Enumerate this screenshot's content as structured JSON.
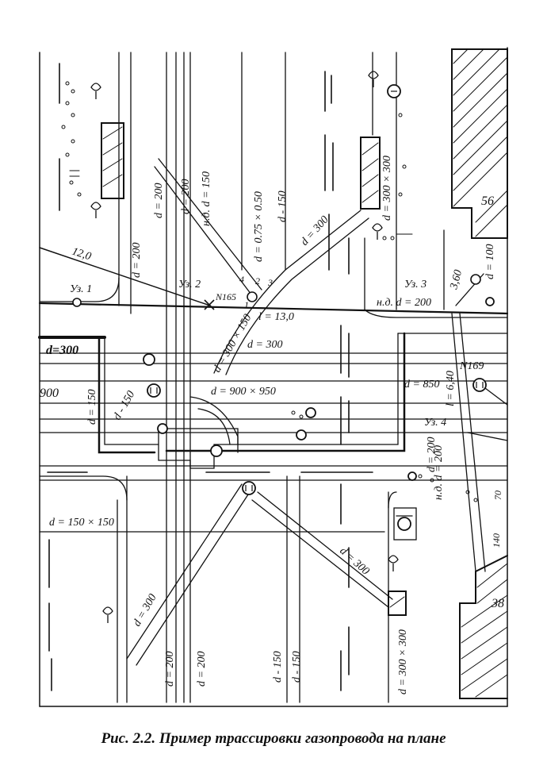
{
  "caption": "Рис. 2.2. Пример трассировки газопровода на плане",
  "colors": {
    "ink": "#111111",
    "paper": "#ffffff"
  },
  "icons": [
    "tree-icon",
    "manhole-icon",
    "valve-icon",
    "node-marker-icon"
  ],
  "labels": {
    "d200_a": "d = 200",
    "d200_b": "d = 200",
    "d200_c": "d = 200",
    "d200_d": "d = 200",
    "d200_e": "d = 200",
    "nd150": "н.д. d = 150",
    "d075": "d = 0.75 × 0.50",
    "d150_a": "d - 150",
    "d150_b": "d = 150",
    "d150_c": "d - 150",
    "d150_d": "d - 150",
    "d150_e": "d - 150",
    "d300_a": "d = 300",
    "d300_b": "d = 300",
    "d300_c": "d = 300",
    "d300_d": "d = 300",
    "d300_left": "d=300",
    "d300x300": "d = 300 × 300",
    "d300x300b": "d = 300 × 300",
    "d300x150": "d = 300 × 150",
    "d900x950": "d = 900 × 950",
    "d850": "d = 850",
    "d150x150": "d = 150 × 150",
    "d900": "900",
    "nd200": "н.д. d = 200",
    "nd_d200": "н.д. d = 200",
    "d100": "d = 100",
    "uz1": "Уз. 1",
    "uz2": "Уз. 2",
    "uz3": "Уз. 3",
    "uz4": "Уз. 4",
    "n165": "N165",
    "n169": "N169",
    "l130": "l = 13,0",
    "l640": "l = 6,40",
    "dim120": "12,0",
    "dim360": "3,60",
    "num1": "1",
    "num2": "2",
    "num3": "3",
    "num4": "4",
    "b56": "56",
    "b38": "38",
    "num140": "140",
    "num70": "70"
  }
}
